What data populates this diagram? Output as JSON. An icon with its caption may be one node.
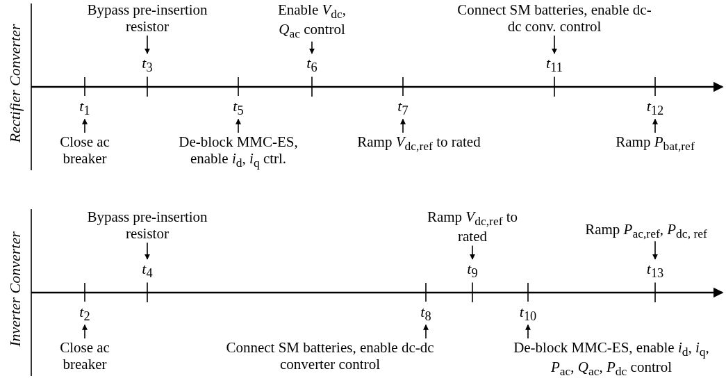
{
  "diagram": {
    "nodes": [
      {
        "text": [
          "Bypass pre-insertion resistor"
        ]
      },
      {
        "text": [
          "*t*$_{3}$"
        ]
      },
      {
        "text": [
          "Enable *V*$_{dc}$, *Q*$_{ac}$ control"
        ]
      },
      {
        "text": [
          "*t*$_{6}$"
        ]
      },
      {
        "text": [
          "Connect SM batteries, enable dc-dc conv. control"
        ]
      },
      {
        "text": [
          "*t*$_{11}$"
        ]
      },
      {
        "text": [
          "*t*$_{1}$"
        ]
      },
      {
        "text": [
          "Close ac breaker"
        ]
      },
      {
        "text": [
          "*t*$_{5}$"
        ]
      },
      {
        "text": [
          "De-block MMC-ES, enable *i*$_{d}$, *i*$_{q}$ ctrl."
        ]
      },
      {
        "text": [
          "*t*$_{7}$"
        ]
      },
      {
        "text": [
          "Ramp *V*$_{dc,ref}$ to rated"
        ]
      },
      {
        "text": [
          "*t*$_{12}$"
        ]
      },
      {
        "text": [
          "Ramp *P*$_{bat,ref}$"
        ]
      },
      {
        "text": [
          "Bypass pre-insertion resistor"
        ]
      },
      {
        "text": [
          "*t*$_{4}$"
        ]
      },
      {
        "text": [
          "Ramp *V*$_{dc,ref}$ to rated"
        ]
      },
      {
        "text": [
          "*t*$_{9}$"
        ]
      },
      {
        "text": [
          "Ramp *P*$_{ac,ref}$, *P*$_{dc, ref}$"
        ]
      },
      {
        "text": [
          "*t*$_{13}$"
        ]
      },
      {
        "text": [
          "*t*$_{2}$"
        ]
      },
      {
        "text": [
          "Close ac breaker"
        ]
      },
      {
        "text": [
          "*t*$_{8}$"
        ]
      },
      {
        "text": [
          "Connect SM batteries, enable dc-dc converter control"
        ]
      },
      {
        "text": [
          "*t*$_{10}$"
        ]
      },
      {
        "text": [
          "De-block MMC-ES, enable *i*$_{d}$, *i*$_{q}$, *P*$_{ac}$, *Q*$_{ac}$, *P*$_{dc}$ control"
        ]
      }
    ],
    "edges": [
      {
        "from": 0,
        "to": 1,
        "arrow": "to"
      },
      {
        "from": 2,
        "to": 3,
        "arrow": "to"
      },
      {
        "from": 4,
        "to": 5,
        "arrow": "to"
      },
      {
        "from": 7,
        "to": 6,
        "arrow": "to"
      },
      {
        "from": 9,
        "to": 8,
        "arrow": "to"
      },
      {
        "from": 11,
        "to": 10,
        "arrow": "to"
      },
      {
        "from": 13,
        "to": 12,
        "arrow": "to"
      },
      {
        "from": 14,
        "to": 15,
        "arrow": "to"
      },
      {
        "from": 16,
        "to": 17,
        "arrow": "to"
      },
      {
        "from": 18,
        "to": 19,
        "arrow": "to"
      },
      {
        "from": 21,
        "to": 20,
        "arrow": "to"
      },
      {
        "from": 23,
        "to": 22,
        "arrow": "to"
      },
      {
        "from": 25,
        "to": 24,
        "arrow": "to"
      }
    ],
    "labels": [
      "Rectifier Converter",
      "Inverter Converter"
    ]
  }
}
